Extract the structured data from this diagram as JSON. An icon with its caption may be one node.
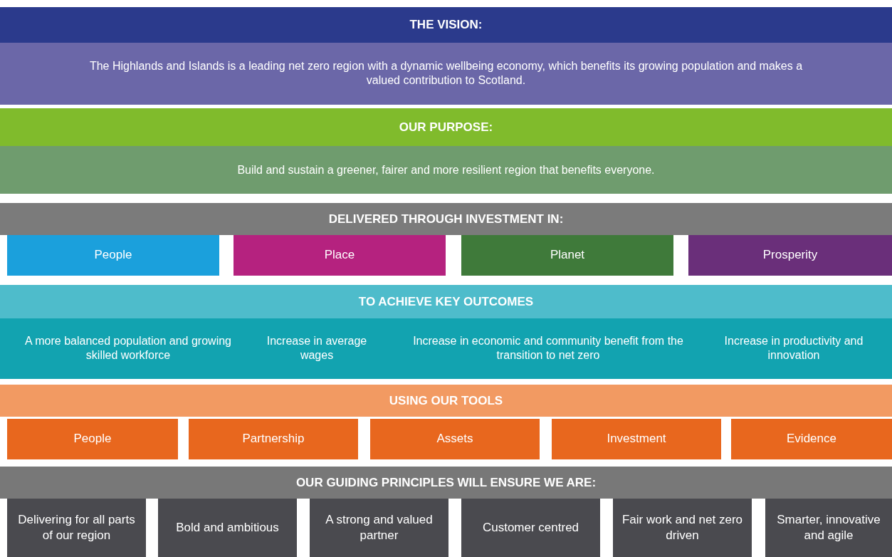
{
  "diagram": {
    "nodes": [
      {
        "text": [
          "THE VISION:",
          "The Highlands and Islands is a leading net zero region with a dynamic wellbeing economy, which benefits its growing population and makes a valued contribution to Scotland."
        ]
      },
      {
        "text": [
          "OUR PURPOSE:",
          "Build and sustain a greener, fairer and more resilient region that benefits everyone."
        ]
      },
      {
        "text": [
          "DELIVERED THROUGH INVESTMENT IN:"
        ]
      },
      {
        "text": [
          "People"
        ],
        "in": 2
      },
      {
        "text": [
          "Place"
        ],
        "in": 2
      },
      {
        "text": [
          "Planet"
        ],
        "in": 2
      },
      {
        "text": [
          "Prosperity"
        ],
        "in": 2
      },
      {
        "text": [
          "TO ACHIEVE KEY OUTCOMES",
          "A more balanced population and growing skilled workforce",
          "Increase in average wages",
          "Increase in economic and community benefit from the transition to net zero",
          "Increase in productivity and innovation"
        ]
      },
      {
        "text": [
          "USING OUR TOOLS"
        ]
      },
      {
        "text": [
          "People"
        ],
        "in": 8
      },
      {
        "text": [
          "Partnership"
        ],
        "in": 8
      },
      {
        "text": [
          "Assets"
        ],
        "in": 8
      },
      {
        "text": [
          "Investment"
        ],
        "in": 8
      },
      {
        "text": [
          "Evidence"
        ],
        "in": 8
      },
      {
        "text": [
          "OUR GUIDING PRINCIPLES WILL ENSURE WE ARE:"
        ]
      },
      {
        "text": [
          "Delivering for all parts of our region"
        ],
        "in": 14
      },
      {
        "text": [
          "Bold and ambitious"
        ],
        "in": 14
      },
      {
        "text": [
          "A strong and valued partner"
        ],
        "in": 14
      },
      {
        "text": [
          "Customer centred"
        ],
        "in": 14
      },
      {
        "text": [
          "Fair work and net zero driven"
        ],
        "in": 14
      },
      {
        "text": [
          "Smarter, innovative and agile"
        ],
        "in": 14
      }
    ]
  }
}
